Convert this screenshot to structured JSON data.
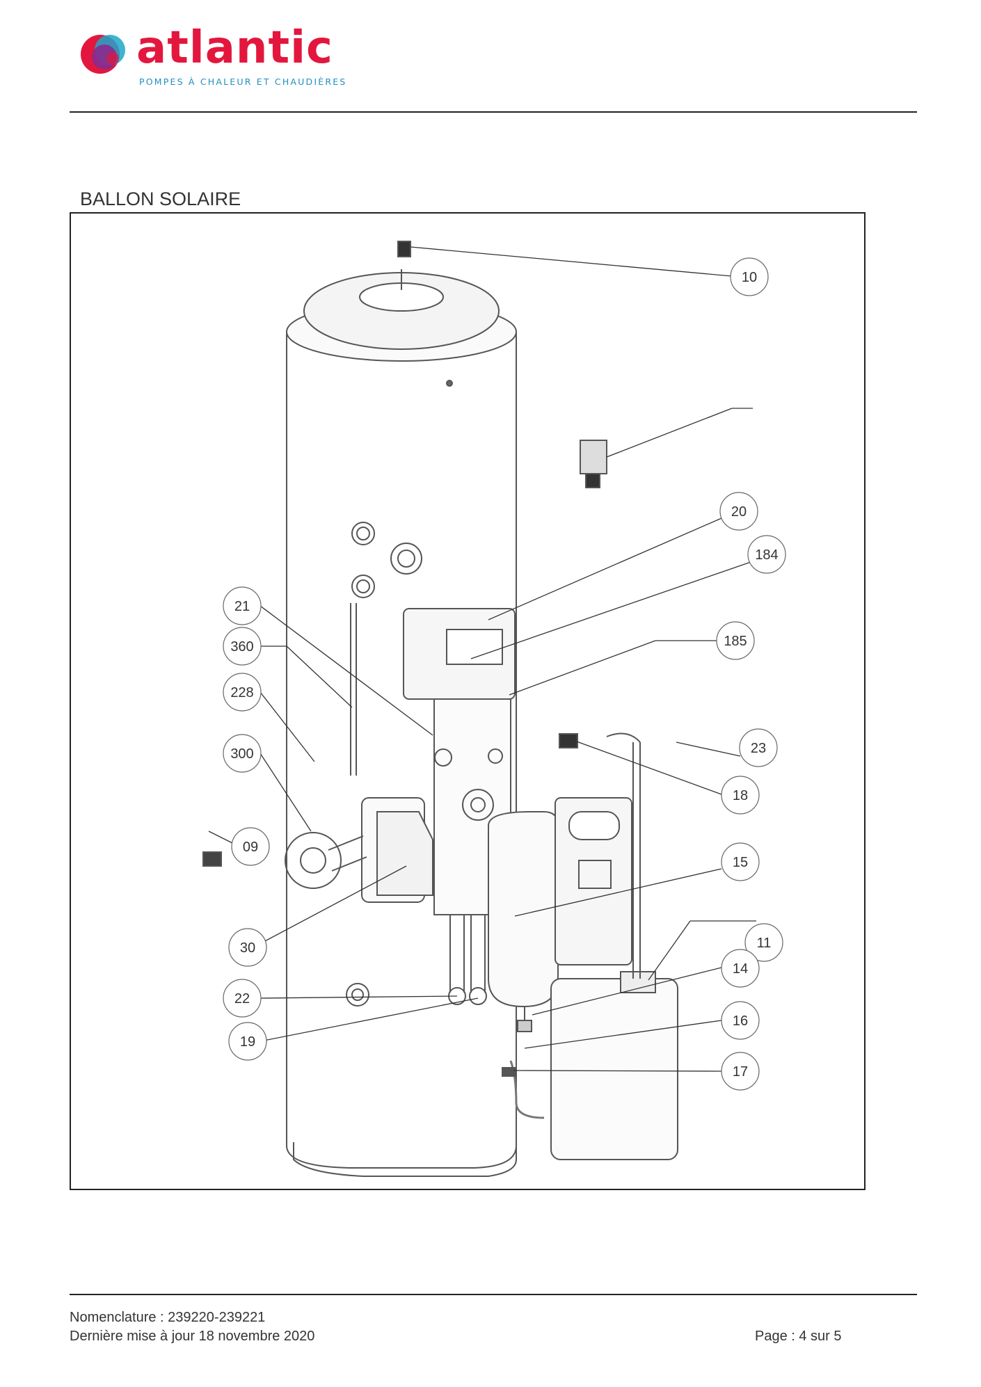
{
  "header": {
    "brand": "atlantic",
    "tagline": "POMPES À CHALEUR ET CHAUDIÈRES",
    "colors": {
      "brand_red": "#e3173e",
      "tagline_blue": "#1f8fbf",
      "logo_purple": "#8a2a8e"
    }
  },
  "section_title": "BALLON SOLAIRE",
  "callouts": {
    "c10": "10",
    "c20": "20",
    "c184": "184",
    "c185": "185",
    "c21": "21",
    "c360": "360",
    "c228": "228",
    "c300": "300",
    "c09": "09",
    "c23": "23",
    "c18": "18",
    "c15": "15",
    "c30": "30",
    "c11": "11",
    "c14": "14",
    "c22": "22",
    "c16": "16",
    "c19": "19",
    "c17": "17"
  },
  "footer": {
    "nomenclature": "Nomenclature : 239220-239221",
    "updated": "Dernière mise à jour 18 novembre 2020",
    "page": "Page : 4 sur 5"
  }
}
